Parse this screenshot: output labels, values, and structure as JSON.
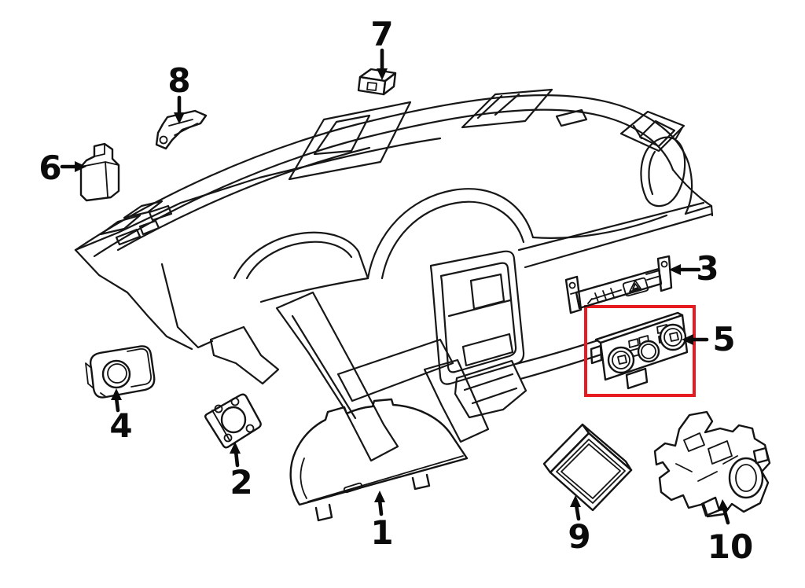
{
  "background_color": "#ffffff",
  "line_color": "#141414",
  "highlight": {
    "color": "#e61b20",
    "highlighted_callout": "5"
  },
  "callouts": [
    {
      "label": "1"
    },
    {
      "label": "2"
    },
    {
      "label": "3"
    },
    {
      "label": "4"
    },
    {
      "label": "5"
    },
    {
      "label": "6"
    },
    {
      "label": "7"
    },
    {
      "label": "8"
    },
    {
      "label": "9"
    },
    {
      "label": "10"
    }
  ]
}
